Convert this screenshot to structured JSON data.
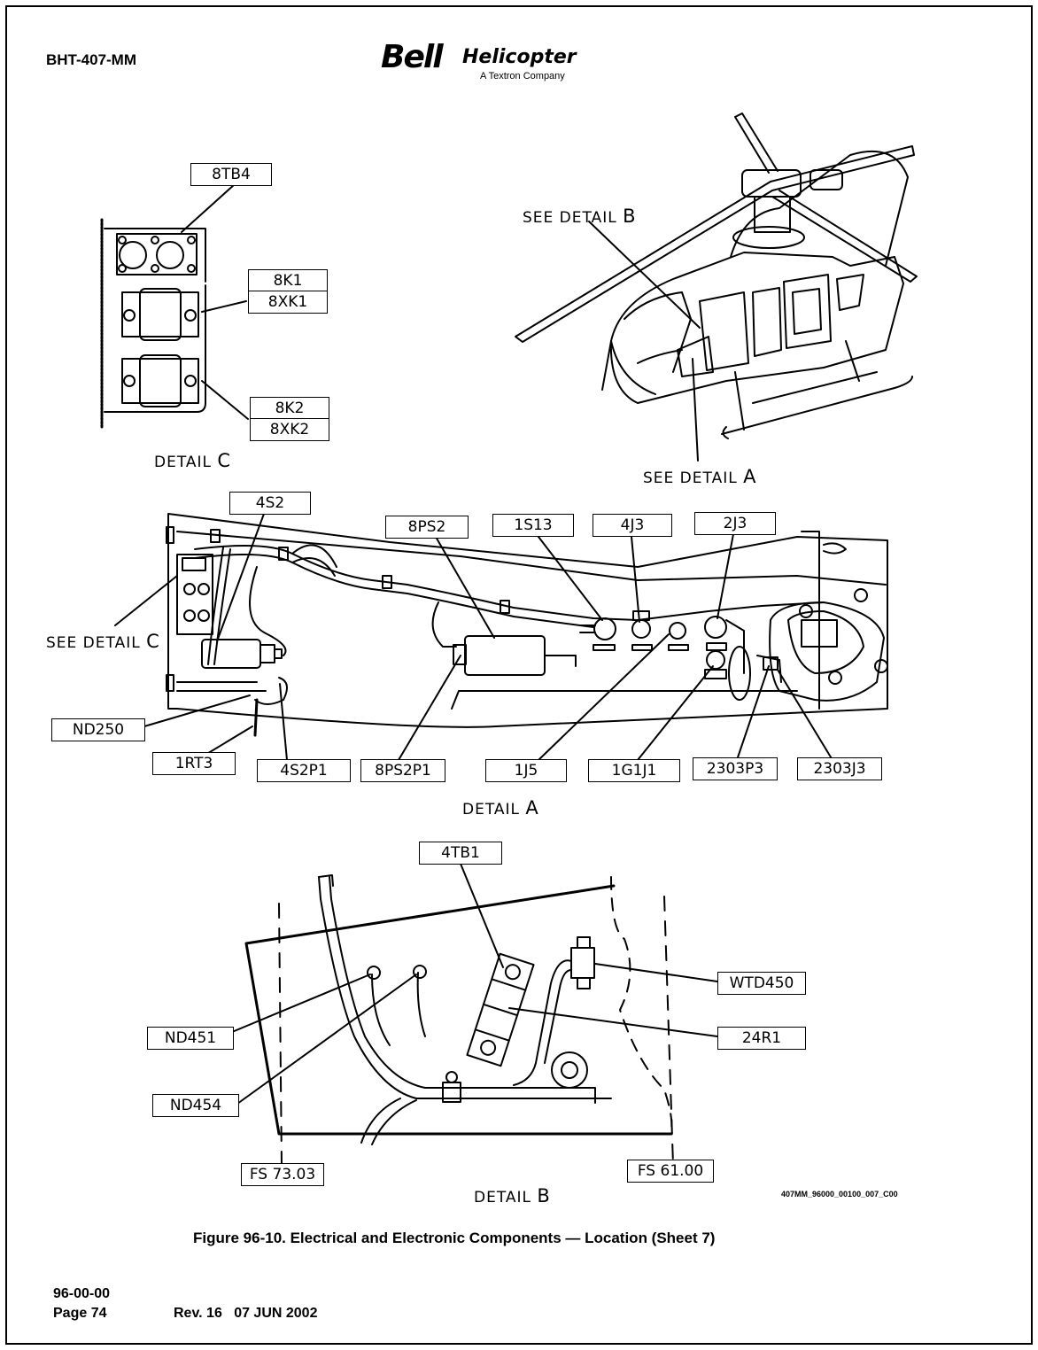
{
  "header": {
    "doc_id": "BHT-407-MM",
    "logo_mark": "Bell",
    "logo_word": "Helicopter",
    "logo_sub": "A Textron Company"
  },
  "callouts": {
    "c8tb4": "8TB4",
    "c8k1": "8K1",
    "c8xk1": "8XK1",
    "c8k2": "8K2",
    "c8xk2": "8XK2",
    "c4s2": "4S2",
    "c8ps2": "8PS2",
    "c1s13": "1S13",
    "c4j3": "4J3",
    "c2j3": "2J3",
    "nd250": "ND250",
    "c1rt3": "1RT3",
    "c4s2p1": "4S2P1",
    "c8ps2p1": "8PS2P1",
    "c1j5": "1J5",
    "c1g1j1": "1G1J1",
    "c2303p3": "2303P3",
    "c2303j3": "2303J3",
    "c4tb1": "4TB1",
    "wtd450": "WTD450",
    "c24r1": "24R1",
    "nd451": "ND451",
    "nd454": "ND454",
    "fs7303": "FS 73.03",
    "fs6100": "FS 61.00"
  },
  "notes": {
    "see_detail": "SEE DETAIL",
    "detail": "DETAIL",
    "a": "A",
    "b": "B",
    "c": "C"
  },
  "figure": {
    "art_id": "407MM_96000_00100_007_C00",
    "caption": "Figure 96-10. Electrical and Electronic Components — Location (Sheet 7)"
  },
  "footer": {
    "section": "96-00-00",
    "page": "Page 74",
    "revision": "Rev. 16   07 JUN 2002"
  }
}
